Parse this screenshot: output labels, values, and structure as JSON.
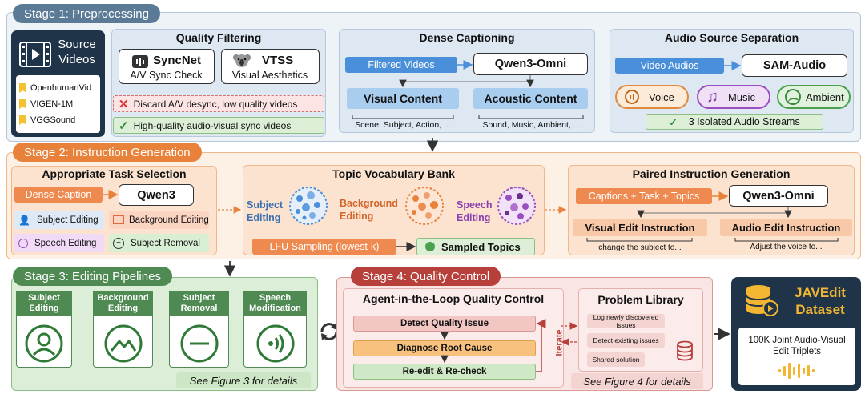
{
  "stage1": {
    "title": "Stage 1: Preprocessing",
    "source": {
      "title_line1": "Source",
      "title_line2": "Videos",
      "datasets": [
        "OpenhumanVid",
        "VIGEN-1M",
        "VGGSound"
      ]
    },
    "quality": {
      "title": "Quality Filtering",
      "syncnet_name": "SyncNet",
      "syncnet_desc": "A/V Sync Check",
      "vtss_name": "VTSS",
      "vtss_desc": "Visual Aesthetics",
      "discard": "Discard A/V desync, low quality videos",
      "keep": "High-quality audio-visual sync videos"
    },
    "dense": {
      "title": "Dense Captioning",
      "input": "Filtered Videos",
      "model": "Qwen3-Omni",
      "visual": "Visual Content",
      "visual_sub": "Scene, Subject, Action, ...",
      "acoustic": "Acoustic Content",
      "acoustic_sub": "Sound, Music, Ambient, ..."
    },
    "audio": {
      "title": "Audio Source Separation",
      "input": "Video Audios",
      "model": "SAM-Audio",
      "voice": "Voice",
      "music": "Music",
      "ambient": "Ambient",
      "streams": "3 Isolated Audio Streams"
    }
  },
  "stage2": {
    "title": "Stage 2: Instruction Generation",
    "task": {
      "title": "Appropriate Task Selection",
      "input": "Dense Caption",
      "model": "Qwen3",
      "tasks": [
        "Subject Editing",
        "Background Editing",
        "Speech Editing",
        "Subject Removal"
      ]
    },
    "vocab": {
      "title": "Topic Vocabulary Bank",
      "subject_l1": "Subject",
      "subject_l2": "Editing",
      "background_l1": "Background",
      "background_l2": "Editing",
      "speech_l1": "Speech",
      "speech_l2": "Editing",
      "lfu": "LFU Sampling (lowest-k)",
      "sampled": "Sampled Topics"
    },
    "paired": {
      "title": "Paired Instruction Generation",
      "input": "Captions + Task + Topics",
      "model": "Qwen3-Omni",
      "visual": "Visual Edit Instruction",
      "visual_sub": "change the subject to...",
      "audio": "Audio Edit Instruction",
      "audio_sub": "Adjust the voice to..."
    }
  },
  "stage3": {
    "title": "Stage 3: Editing Pipelines",
    "pipelines": [
      {
        "l1": "Subject",
        "l2": "Editing"
      },
      {
        "l1": "Background",
        "l2": "Editing"
      },
      {
        "l1": "Subject",
        "l2": "Removal"
      },
      {
        "l1": "Speech",
        "l2": "Modification"
      }
    ],
    "note": "See Figure 3 for details"
  },
  "stage4": {
    "title": "Stage 4: Quality Control",
    "agent": {
      "title": "Agent-in-the-Loop Quality Control",
      "steps": [
        "Detect Quality Issue",
        "Diagnose Root Cause",
        "Re-edit & Re-check"
      ],
      "iterate": "Iterate"
    },
    "library": {
      "title": "Problem Library",
      "items": [
        "Log newly discovered issues",
        "Detect existing issues",
        "Shared solution"
      ]
    },
    "note": "See Figure 4 for details"
  },
  "dataset": {
    "title_line1": "JAVEdit",
    "title_line2": "Dataset",
    "desc_line1": "100K Joint Audio-Visual",
    "desc_line2": "Edit Triplets"
  },
  "colors": {
    "stage1": "#5a7a96",
    "stage2": "#e8823a",
    "stage3": "#4e8a52",
    "stage4": "#b8403a",
    "blue": "#4a8fd9",
    "orange": "#ee8a50",
    "purple": "#9a4fc0",
    "green": "#4aa04e"
  }
}
